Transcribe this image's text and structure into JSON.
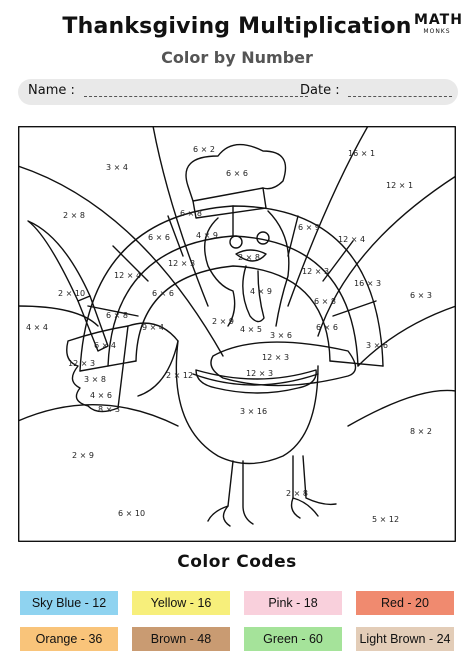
{
  "header": {
    "title": "Thanksgiving Multiplication",
    "subtitle": "Color by Number",
    "logo_top": "MATH",
    "logo_bottom": "MONKS"
  },
  "form": {
    "name_label": "Name :",
    "date_label": "Date :"
  },
  "problems": [
    "3 × 4",
    "6 × 2",
    "2 × 8",
    "6 × 6",
    "16 × 1",
    "12 × 1",
    "6 × 8",
    "4 × 9",
    "12 × 4",
    "6 × 6",
    "12 × 3",
    "2 × 8",
    "6 × 9",
    "12 × 4",
    "2 × 10",
    "12 × 3",
    "16 × 3",
    "6 × 6",
    "4 × 9",
    "6 × 3",
    "6 × 8",
    "9 × 4",
    "2 × 9",
    "4 × 5",
    "6 × 8",
    "4 × 4",
    "3 × 6",
    "6 × 6",
    "6 × 4",
    "12 × 3",
    "12 × 3",
    "3 × 6",
    "2 × 12",
    "12 × 3",
    "3 × 8",
    "4 × 6",
    "8 × 3",
    "3 × 16",
    "8 × 2",
    "2 × 9",
    "2 × 8",
    "6 × 10",
    "5 × 12"
  ],
  "color_codes": {
    "title": "Color Codes",
    "items": [
      {
        "label": "Sky Blue - 12",
        "color": "#8fd3f0"
      },
      {
        "label": "Yellow - 16",
        "color": "#f7ef7b"
      },
      {
        "label": "Pink - 18",
        "color": "#f9d0dc"
      },
      {
        "label": "Red - 20",
        "color": "#f08a6f"
      },
      {
        "label": "Orange - 36",
        "color": "#f9c47a"
      },
      {
        "label": "Brown - 48",
        "color": "#c99b72"
      },
      {
        "label": "Green - 60",
        "color": "#a5e39a"
      },
      {
        "label": "Light Brown - 24",
        "color": "#e3cdb8"
      }
    ]
  }
}
